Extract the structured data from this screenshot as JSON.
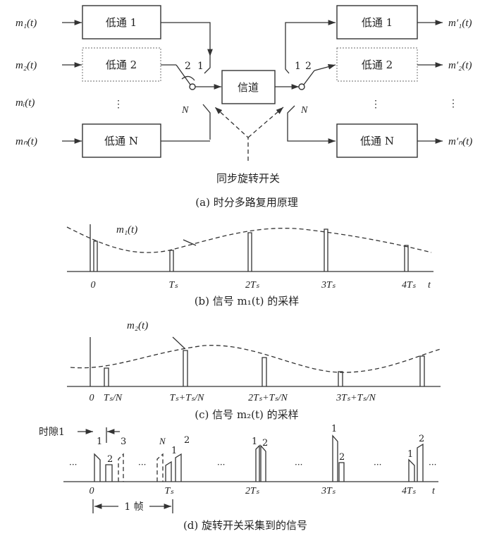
{
  "a": {
    "inputs": [
      "m₁(t)",
      "m₂(t)",
      "mᵢ(t)",
      "mₙ(t)"
    ],
    "outputs": [
      "m′₁(t)",
      "m′₂(t)",
      "m′ₙ(t)"
    ],
    "filters": [
      "低通 1",
      "低通 2",
      "低通 N"
    ],
    "channel": "信道",
    "switch_labels": [
      "2",
      "1",
      "N"
    ],
    "rx_switch_labels": [
      "1",
      "2",
      "N"
    ],
    "ellipsis": "⋮",
    "sync_label": "同步旋转开关",
    "caption": "(a) 时分多路复用原理"
  },
  "b": {
    "signal": "m₁(t)",
    "ticks": [
      "0",
      "Tₛ",
      "2Tₛ",
      "3Tₛ",
      "4Tₛ",
      "t"
    ],
    "caption": "(b) 信号 m₁(t) 的采样"
  },
  "c": {
    "signal": "m₂(t)",
    "ticks": [
      "0",
      "Tₛ/N",
      "Tₛ+Tₛ/N",
      "2Tₛ+Tₛ/N",
      "3Tₛ+Tₛ/N"
    ],
    "caption": "(c) 信号 m₂(t) 的采样"
  },
  "d": {
    "slot_label": "时隙1",
    "pulse_labels": [
      "1",
      "2",
      "3",
      "N",
      "1",
      "2",
      "1",
      "2",
      "1",
      "2",
      "1",
      "2"
    ],
    "ellipsis": "···",
    "ticks": [
      "0",
      "Tₛ",
      "2Tₛ",
      "3Tₛ",
      "4Tₛ",
      "t"
    ],
    "frame_label": "1 帧",
    "caption": "(d) 旋转开关采集到的信号"
  }
}
